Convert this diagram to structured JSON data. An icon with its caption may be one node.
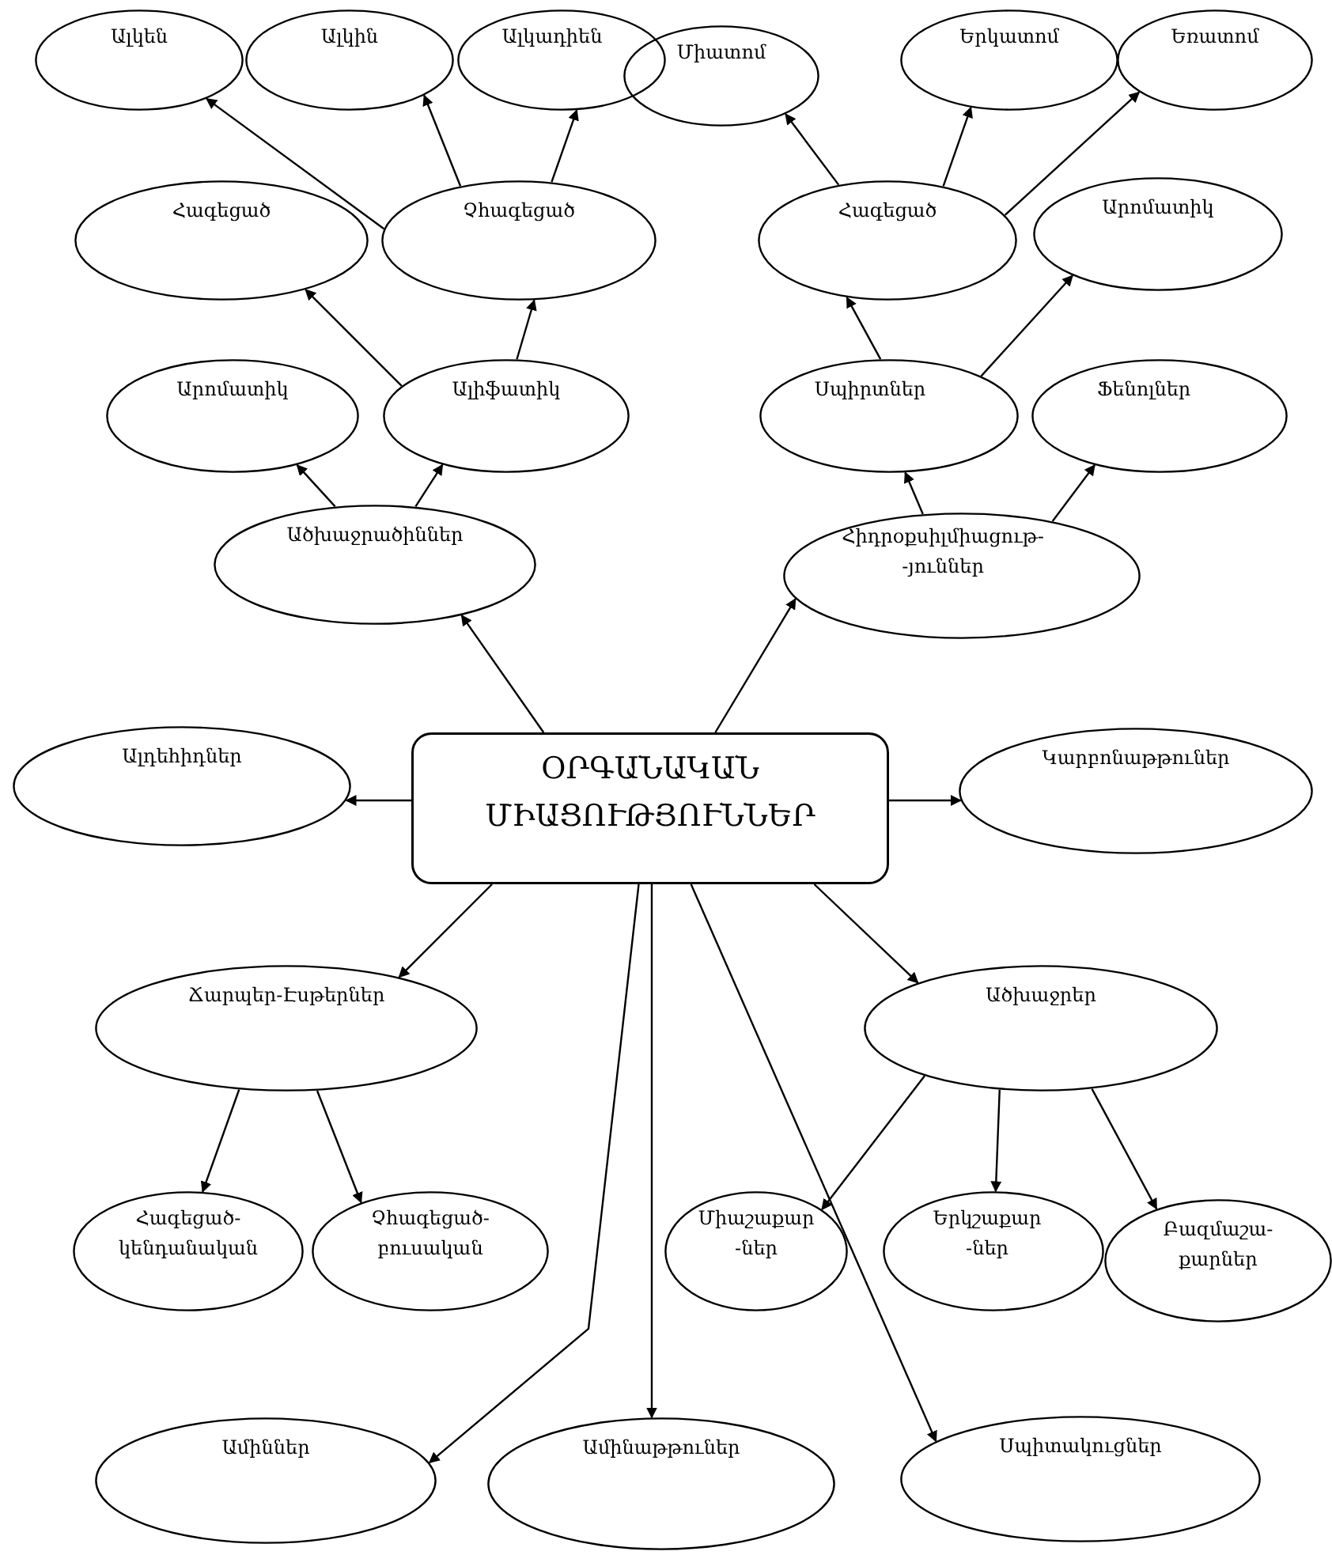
{
  "diagram": {
    "nodes": [
      {
        "text": [
          "Ալկեն"
        ]
      },
      {
        "text": [
          "Ալկին"
        ]
      },
      {
        "text": [
          "Ալկադիեն"
        ]
      },
      {
        "text": [
          "Միատոմ"
        ]
      },
      {
        "text": [
          "Երկատոմ"
        ]
      },
      {
        "text": [
          "Եռատոմ"
        ]
      },
      {
        "text": [
          "Հագեցած"
        ]
      },
      {
        "text": [
          "Չհագեցած"
        ]
      },
      {
        "text": [
          "Հագեցած"
        ]
      },
      {
        "text": [
          "Արոմատիկ"
        ]
      },
      {
        "text": [
          "Արոմատիկ"
        ]
      },
      {
        "text": [
          "Ալիֆատիկ"
        ]
      },
      {
        "text": [
          "Սպիրտներ"
        ]
      },
      {
        "text": [
          "Ֆենոլներ"
        ]
      },
      {
        "text": [
          "Ածխաջրածիններ"
        ]
      },
      {
        "text": [
          "Հիդրօքսիլմիացութ- -յուններ"
        ]
      },
      {
        "text": [
          "Ալդեհիդներ"
        ]
      },
      {
        "text": [
          "ՕՐԳԱՆԱԿԱՆ ՄԻԱՑՈՒԹՅՈՒՆՆԵՐ"
        ]
      },
      {
        "text": [
          "Կարբոնաթթուներ"
        ]
      },
      {
        "text": [
          "Ճարպեր-Էսթերներ"
        ]
      },
      {
        "text": [
          "Ածխաջրեր"
        ]
      },
      {
        "text": [
          "Հագեցած- կենդանական"
        ]
      },
      {
        "text": [
          "Չհագեցած- բուսական"
        ]
      },
      {
        "text": [
          "Միաշաքար -ներ"
        ]
      },
      {
        "text": [
          "Երկշաքար -ներ"
        ]
      },
      {
        "text": [
          "Բազմաշա- քարներ"
        ]
      },
      {
        "text": [
          "Ամիններ"
        ]
      },
      {
        "text": [
          "Ամինաթթուներ"
        ]
      },
      {
        "text": [
          "Սպիտակուցներ"
        ]
      }
    ],
    "edges": [
      {
        "from": 17,
        "to": 14,
        "arrow": "to"
      },
      {
        "from": 17,
        "to": 15,
        "arrow": "to"
      },
      {
        "from": 17,
        "to": 16,
        "arrow": "to"
      },
      {
        "from": 17,
        "to": 18,
        "arrow": "to"
      },
      {
        "from": 17,
        "to": 19,
        "arrow": "to"
      },
      {
        "from": 17,
        "to": 20,
        "arrow": "to"
      },
      {
        "from": 17,
        "to": 26,
        "arrow": "to"
      },
      {
        "from": 17,
        "to": 27,
        "arrow": "to"
      },
      {
        "from": 17,
        "to": 28,
        "arrow": "to"
      },
      {
        "from": 14,
        "to": 10,
        "arrow": "to"
      },
      {
        "from": 14,
        "to": 11,
        "arrow": "to"
      },
      {
        "from": 11,
        "to": 6,
        "arrow": "to"
      },
      {
        "from": 11,
        "to": 7,
        "arrow": "to"
      },
      {
        "from": 7,
        "to": 0,
        "arrow": "to"
      },
      {
        "from": 7,
        "to": 1,
        "arrow": "to"
      },
      {
        "from": 7,
        "to": 2,
        "arrow": "to"
      },
      {
        "from": 15,
        "to": 12,
        "arrow": "to"
      },
      {
        "from": 15,
        "to": 13,
        "arrow": "to"
      },
      {
        "from": 12,
        "to": 8,
        "arrow": "to"
      },
      {
        "from": 12,
        "to": 9,
        "arrow": "to"
      },
      {
        "from": 8,
        "to": 3,
        "arrow": "to"
      },
      {
        "from": 8,
        "to": 4,
        "arrow": "to"
      },
      {
        "from": 8,
        "to": 5,
        "arrow": "to"
      },
      {
        "from": 19,
        "to": 21,
        "arrow": "to"
      },
      {
        "from": 19,
        "to": 22,
        "arrow": "to"
      },
      {
        "from": 20,
        "to": 23,
        "arrow": "to"
      },
      {
        "from": 20,
        "to": 24,
        "arrow": "to"
      },
      {
        "from": 20,
        "to": 25,
        "arrow": "to"
      }
    ]
  }
}
